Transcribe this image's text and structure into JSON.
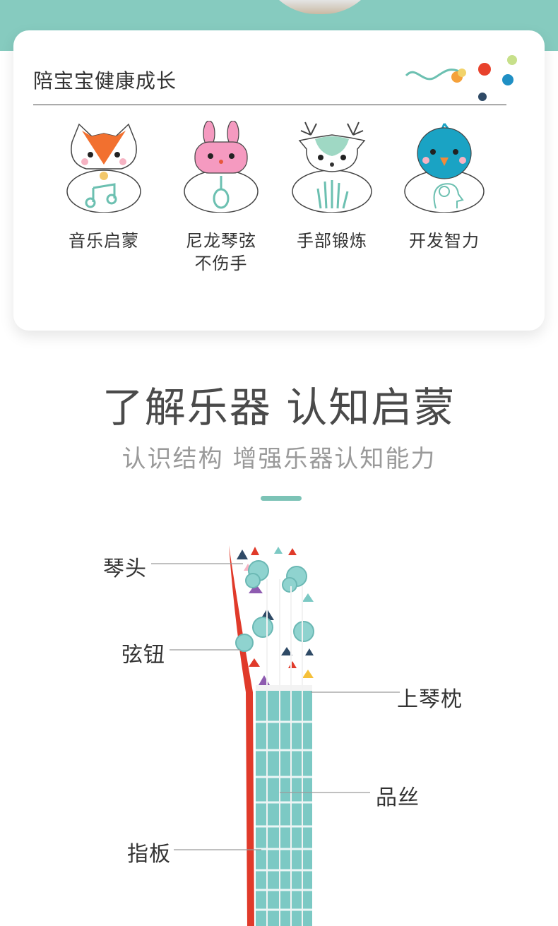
{
  "card": {
    "title": "陪宝宝健康成长",
    "features": [
      {
        "icon": "fox-music-note-icon",
        "label": "音乐启蒙"
      },
      {
        "icon": "rabbit-ukulele-icon",
        "label_line1": "尼龙琴弦",
        "label_line2": "不伤手"
      },
      {
        "icon": "deer-hand-icon",
        "label": "手部锻炼"
      },
      {
        "icon": "bird-brain-icon",
        "label": "开发智力"
      }
    ]
  },
  "section": {
    "headline": "了解乐器 认知启蒙",
    "subheadline": "认识结构 增强乐器认知能力"
  },
  "ukulele": {
    "parts": {
      "headstock": "琴头",
      "tuning_peg": "弦钮",
      "nut": "上琴枕",
      "fret": "品丝",
      "fretboard": "指板"
    }
  },
  "colors": {
    "teal": "#86cbbf",
    "fretboard": "#7cc9c4",
    "red_edge": "#e03a2a"
  }
}
